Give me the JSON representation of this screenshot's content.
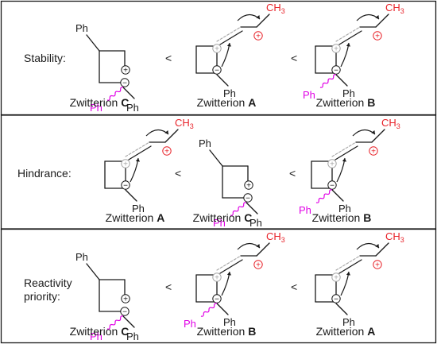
{
  "colors": {
    "black": "#1a1a1a",
    "red": "#e8232a",
    "magenta": "#e100e6",
    "gray": "#a6a6a6"
  },
  "rows": [
    {
      "label_lines": [
        "Stability:"
      ],
      "comparators": [
        "<",
        "<"
      ],
      "items": [
        {
          "kind": "C",
          "caption": "Zwitterion ",
          "letter": "C",
          "ph_top": "Ph",
          "ph_bottom": "Ph",
          "ph_wavy": "Ph",
          "plus": "+",
          "minus": "−"
        },
        {
          "kind": "A",
          "caption": "Zwitterion ",
          "letter": "A",
          "ch3": "CH3",
          "ph_bottom": "Ph",
          "plus": "+",
          "minus": "−"
        },
        {
          "kind": "B",
          "caption": "Zwitterion ",
          "letter": "B",
          "ch3": "CH3",
          "ph_bottom": "Ph",
          "ph_wavy": "Ph",
          "plus": "+",
          "minus": "−"
        }
      ]
    },
    {
      "label_lines": [
        "Hindrance:"
      ],
      "comparators": [
        "<",
        "<"
      ],
      "items": [
        {
          "kind": "A",
          "caption": "Zwitterion ",
          "letter": "A",
          "ch3": "CH3",
          "ph_bottom": "Ph",
          "plus": "+",
          "minus": "−"
        },
        {
          "kind": "C",
          "caption": "Zwitterion ",
          "letter": "C",
          "ph_top": "Ph",
          "ph_bottom": "Ph",
          "ph_wavy": "Ph",
          "plus": "+",
          "minus": "−"
        },
        {
          "kind": "B",
          "caption": "Zwitterion ",
          "letter": "B",
          "ch3": "CH3",
          "ph_bottom": "Ph",
          "ph_wavy": "Ph",
          "plus": "+",
          "minus": "−"
        }
      ]
    },
    {
      "label_lines": [
        "Reactivity",
        "priority:"
      ],
      "comparators": [
        "<",
        "<"
      ],
      "items": [
        {
          "kind": "C",
          "caption": "Zwitterion ",
          "letter": "C",
          "ph_top": "Ph",
          "ph_bottom": "Ph",
          "ph_wavy": "Ph",
          "plus": "+",
          "minus": "−"
        },
        {
          "kind": "B",
          "caption": "Zwitterion ",
          "letter": "B",
          "ch3": "CH3",
          "ph_bottom": "Ph",
          "ph_wavy": "Ph",
          "plus": "+",
          "minus": "−"
        },
        {
          "kind": "A",
          "caption": "Zwitterion ",
          "letter": "A",
          "ch3": "CH3",
          "ph_bottom": "Ph",
          "plus": "+",
          "minus": "−"
        }
      ]
    }
  ]
}
